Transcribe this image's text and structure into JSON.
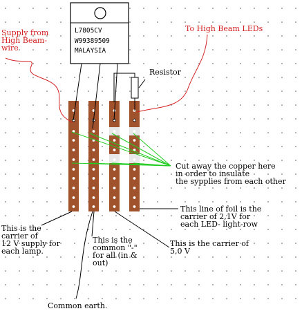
{
  "chip": {
    "marking": "L7805CV\nW99389509\nMALAYSIA"
  },
  "labels": {
    "supply": "Supply from\nHigh Beam-\nwire",
    "to_leds": "To High Beam LEDs",
    "resistor": "Resistor",
    "cut_away": "Cut away the copper here\nin order to insulate\nthe sypplies from each other",
    "foil_line": "This line of foil is the\ncarrier of 2,1V for\neach LED- light-row",
    "carrier_12v": "This is the\ncarrier of\n12 V supply for\neach lamp.",
    "common": "This is the\ncommon \"-\"\nfor all (in &\nout)",
    "carrier_5v": "This is the carrier of\n5,0 V",
    "common_earth": "Common earth."
  },
  "colors": {
    "strip": "#a0522d",
    "annotation_red": "#d42020",
    "cut_lines": "#22cc22",
    "dots": "#000000"
  }
}
